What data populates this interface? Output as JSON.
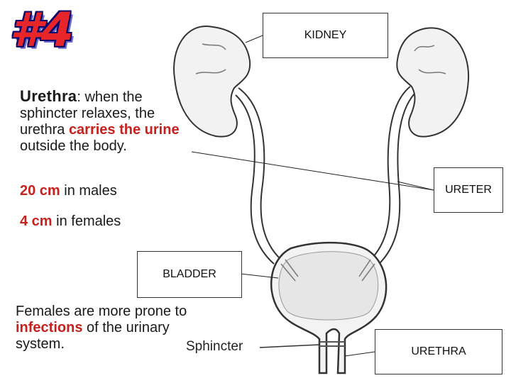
{
  "badge": "#4",
  "definition": {
    "term": "Urethra",
    "pre": ":  when the sphincter relaxes, the urethra ",
    "highlight": "carries the urine",
    "post": " outside the body."
  },
  "length_male": {
    "value": "20 cm",
    "rest": " in males"
  },
  "length_female": {
    "value": "4 cm",
    "rest": " in females"
  },
  "note": {
    "pre": "Females are more prone to ",
    "highlight": "infections",
    "post": " of the urinary system."
  },
  "labels": {
    "kidney": "KIDNEY",
    "ureter": "URETER",
    "bladder": "BLADDER",
    "urethra": "URETHRA",
    "sphincter": "Sphincter"
  },
  "colors": {
    "accent_red": "#c8201d",
    "badge_red": "#e8262a",
    "badge_outline": "#0a0a6a"
  }
}
